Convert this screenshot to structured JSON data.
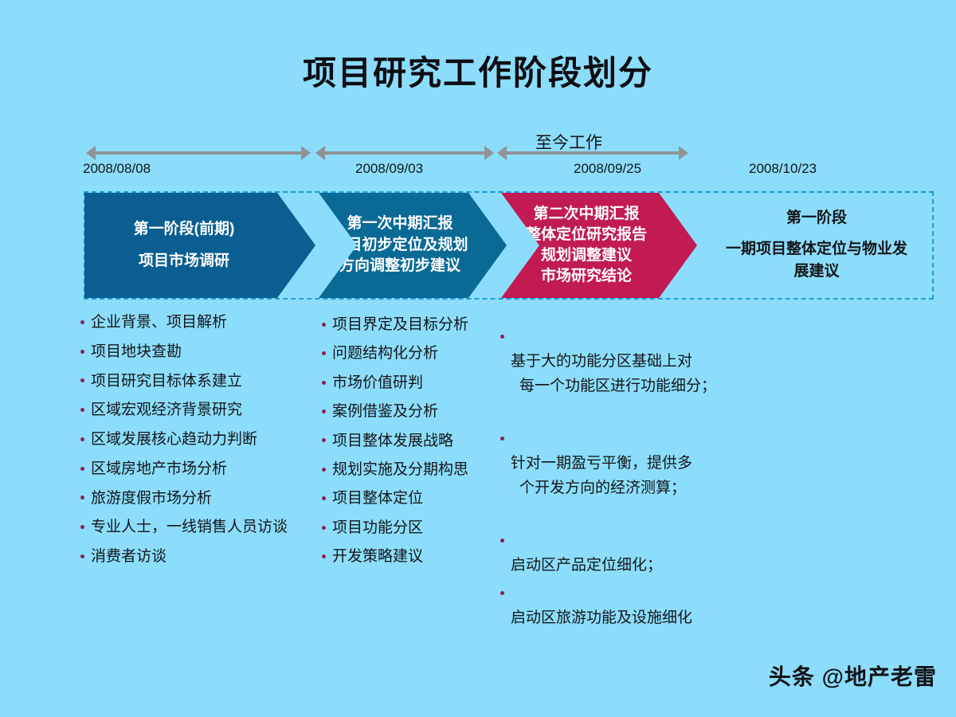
{
  "slide": {
    "title": "项目研究工作阶段划分",
    "background_color": "#8cddfb",
    "watermark": "头条 @地产老雷"
  },
  "timeline": {
    "above_label": "至今工作",
    "dates": [
      {
        "label": "2008/08/08"
      },
      {
        "label": "2008/09/03"
      },
      {
        "label": "2008/09/25"
      },
      {
        "label": "2008/10/23"
      }
    ]
  },
  "phases": [
    {
      "id": "phase-1",
      "color": "#0a5e91",
      "lines": [
        "第一阶段(前期)",
        "项目市场调研"
      ]
    },
    {
      "id": "phase-2",
      "color": "#0a6a96",
      "lines": [
        "第一次中期汇报",
        "项目初步定位及规划",
        "方向调整初步建议"
      ]
    },
    {
      "id": "phase-3",
      "color": "#c21a52",
      "lines": [
        "第二次中期汇报",
        "整体定位研究报告",
        "规划调整建议",
        "市场研究结论"
      ]
    },
    {
      "id": "phase-4",
      "color": "#8cddfb",
      "border_color": "#1e9ad6",
      "lines": [
        "第一阶段",
        "一期项目整体定位与物业发",
        "展建议"
      ]
    }
  ],
  "deliverables": {
    "column_1": [
      "企业背景、项目解析",
      "项目地块查勘",
      "项目研究目标体系建立",
      "区域宏观经济背景研究",
      "区域发展核心趋动力判断",
      "区域房地产市场分析",
      "旅游度假市场分析",
      "专业人士，一线销售人员访谈",
      "消费者访谈"
    ],
    "column_2": [
      "项目界定及目标分析",
      "问题结构化分析",
      "市场价值研判",
      "案例借鉴及分析",
      "项目整体发展战略",
      "规划实施及分期构思",
      "项目整体定位",
      "项目功能分区",
      "开发策略建议"
    ],
    "column_3": [
      {
        "head": "基于大的功能分区基础上对",
        "cont": "每一个功能区进行功能细分；"
      },
      {
        "head": "针对一期盈亏平衡，提供多",
        "cont": "个开发方向的经济测算；"
      },
      {
        "head": "启动区产品定位细化；",
        "cont": ""
      },
      {
        "head": "启动区旅游功能及设施细化",
        "cont": ""
      }
    ]
  }
}
